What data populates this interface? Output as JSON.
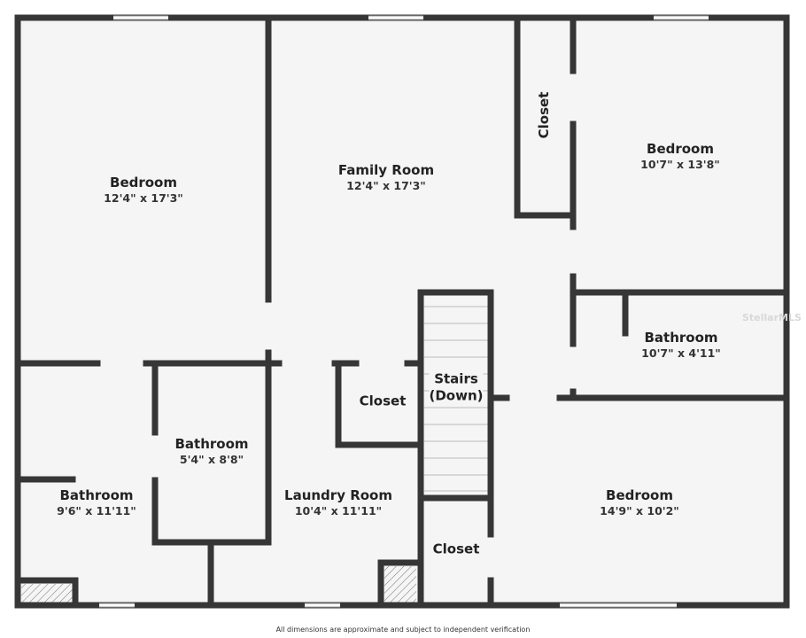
{
  "rooms": [
    {
      "name": "Bedroom",
      "dims": "12'4\" x 17'3\""
    },
    {
      "name": "Family Room",
      "dims": "12'4\" x 17'3\""
    },
    {
      "name": "Closet"
    },
    {
      "name": "Bedroom",
      "dims": "10'7\" x 13'8\""
    },
    {
      "name": "Bathroom",
      "dims": "10'7\" x 4'11\""
    },
    {
      "name": "Closet"
    },
    {
      "name": "Stairs",
      "sub": "(Down)"
    },
    {
      "name": "Bathroom",
      "dims": "5'4\" x 8'8\""
    },
    {
      "name": "Bathroom",
      "dims": "9'6\" x 11'11\""
    },
    {
      "name": "Laundry Room",
      "dims": "10'4\" x 11'11\""
    },
    {
      "name": "Bedroom",
      "dims": "14'9\" x 10'2\""
    },
    {
      "name": "Closet"
    }
  ],
  "watermark": "StellarMLS",
  "footer": "All dimensions are approximate and subject to independent verification",
  "colors": {
    "wall": "#363636",
    "floor": "#f5f5f5"
  }
}
